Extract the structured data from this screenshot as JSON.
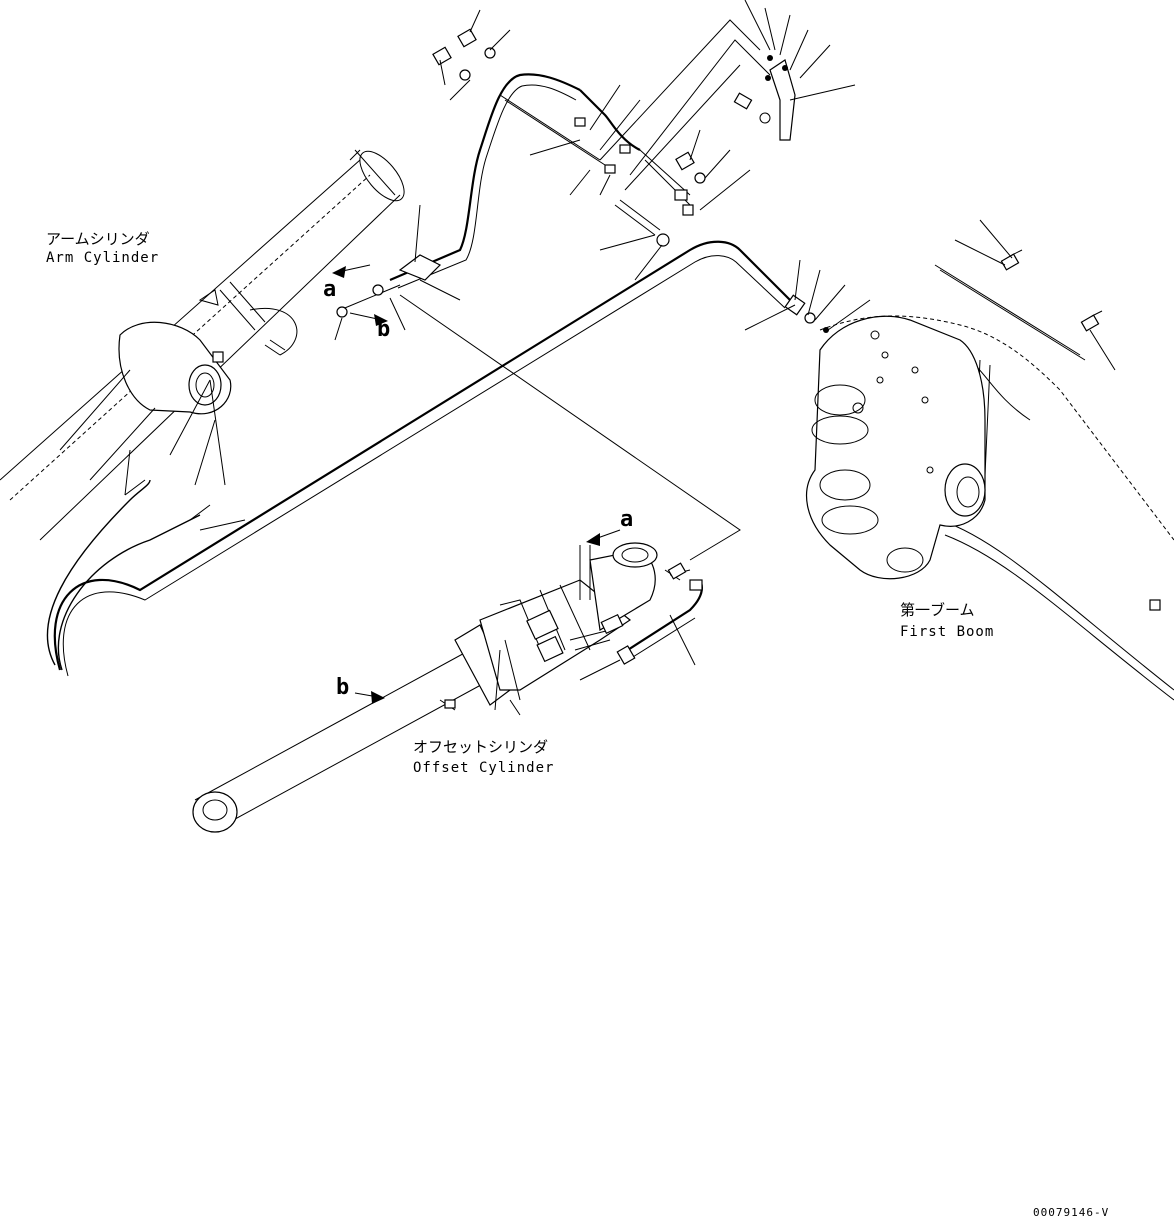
{
  "labels": {
    "arm_cylinder_jp": "アームシリンダ",
    "arm_cylinder_en": "Arm Cylinder",
    "offset_cylinder_jp": "オフセットシリンダ",
    "offset_cylinder_en": "Offset Cylinder",
    "first_boom_jp": "第一ブーム",
    "first_boom_en": "First Boom"
  },
  "refs": {
    "a_upper": "a",
    "b_upper": "b",
    "a_lower": "a",
    "b_lower": "b"
  },
  "drawing_number": "00079146-V"
}
